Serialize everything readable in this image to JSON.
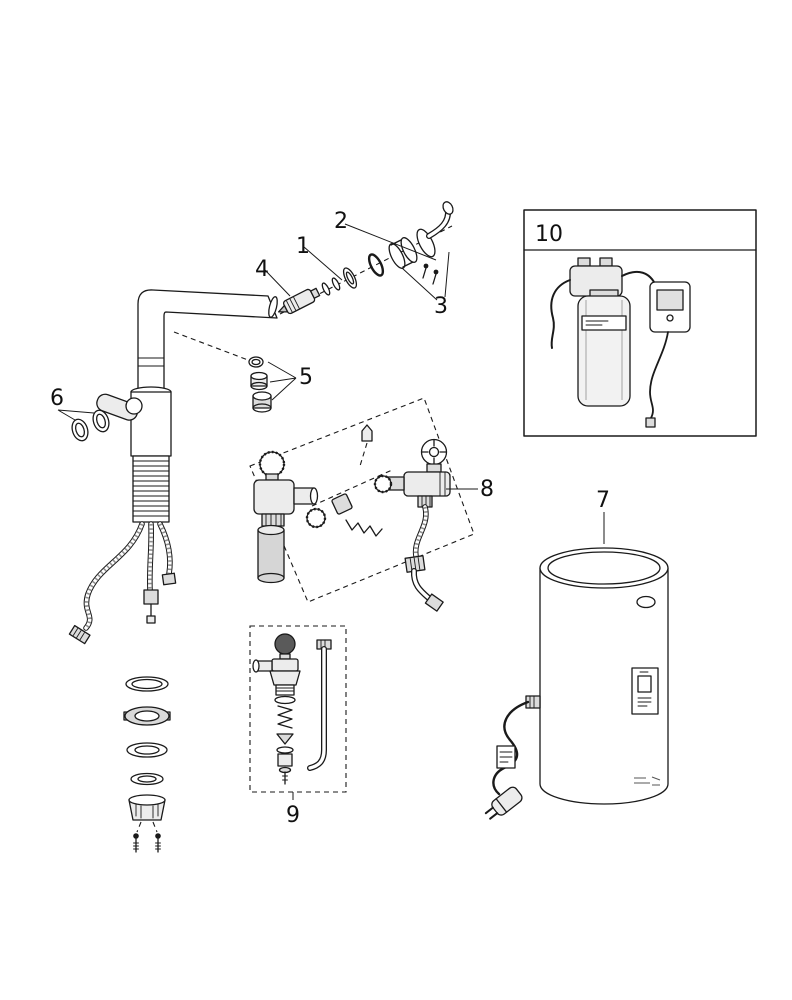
{
  "diagram": {
    "type": "exploded-parts-diagram",
    "callouts": [
      {
        "num": "1",
        "part": "mousseur-washer"
      },
      {
        "num": "2",
        "part": "spout-seal-ring"
      },
      {
        "num": "3",
        "part": "spout-end-cap"
      },
      {
        "num": "4",
        "part": "mousseur-cartridge"
      },
      {
        "num": "5",
        "part": "spout-bearing-rings"
      },
      {
        "num": "6",
        "part": "body-o-rings"
      },
      {
        "num": "7",
        "part": "boiler-tank"
      },
      {
        "num": "8",
        "part": "filter-connection-kit"
      },
      {
        "num": "9",
        "part": "safety-valve-assembly"
      },
      {
        "num": "10",
        "part": "filter-system"
      }
    ]
  },
  "colors": {
    "background": "#ffffff",
    "line": "#1a1a1a",
    "fill_light": "#ececec",
    "fill_mid": "#dcdcdc"
  }
}
